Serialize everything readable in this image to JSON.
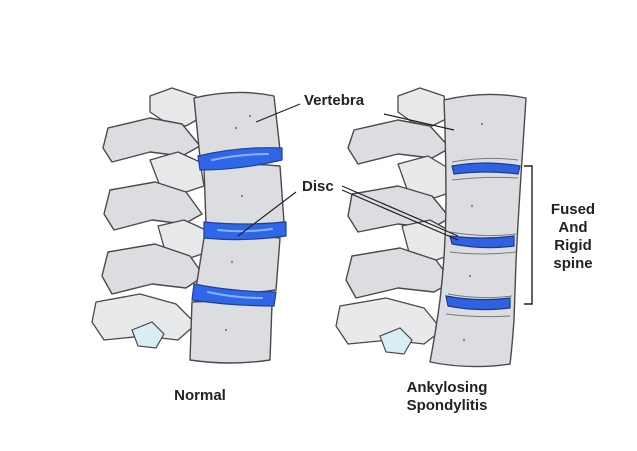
{
  "labels": {
    "vertebra": "Vertebra",
    "disc": "Disc",
    "normal": "Normal",
    "ankylosing_line1": "Ankylosing",
    "ankylosing_line2": "Spondylitis",
    "fused_line1": "Fused",
    "fused_line2": "And",
    "fused_line3": "Rigid",
    "fused_line4": "spine"
  },
  "colors": {
    "disc": "#2f67e8",
    "bone": "#dcdde0",
    "outline": "#4a4a4a"
  }
}
